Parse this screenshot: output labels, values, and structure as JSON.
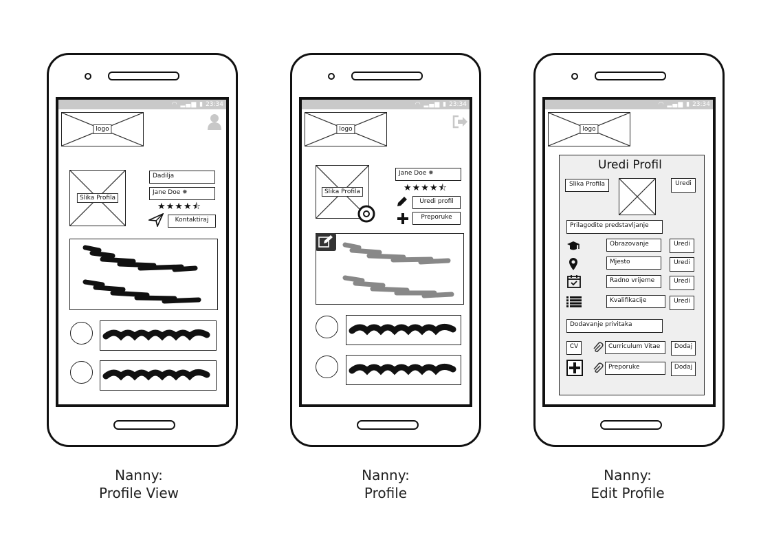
{
  "status_bar": {
    "time": "23:34"
  },
  "common": {
    "logo_label": "logo",
    "stars": "★★★★⯪"
  },
  "screens": [
    {
      "caption_line1": "Nanny:",
      "caption_line2": "Profile View",
      "photo_label": "Slika Profila",
      "role_field": "Dadilja",
      "name_field": "Jane Doe",
      "contact_button": "Kontaktiraj"
    },
    {
      "caption_line1": "Nanny:",
      "caption_line2": "Profile",
      "photo_label": "Slika Profila",
      "name_field": "Jane Doe",
      "edit_profile_button": "Uredi profil",
      "recommendations_button": "Preporuke"
    },
    {
      "caption_line1": "Nanny:",
      "caption_line2": "Edit Profile",
      "title": "Uredi Profil",
      "photo_label": "Slika Profila",
      "edit_label": "Uredi",
      "customize_label": "Prilagodite predstavljanje",
      "rows": [
        {
          "label": "Obrazovanje",
          "action": "Uredi",
          "icon": "graduation-cap-icon"
        },
        {
          "label": "Mjesto",
          "action": "Uredi",
          "icon": "location-pin-icon"
        },
        {
          "label": "Radno vrijeme",
          "action": "Uredi",
          "icon": "calendar-icon"
        },
        {
          "label": "Kvalifikacije",
          "action": "Uredi",
          "icon": "list-icon"
        }
      ],
      "attachments_label": "Dodavanje privitaka",
      "cv_label": "CV",
      "cv_field": "Curriculum Vitae",
      "add_label": "Dodaj",
      "recommendations_field": "Preporuke"
    }
  ]
}
